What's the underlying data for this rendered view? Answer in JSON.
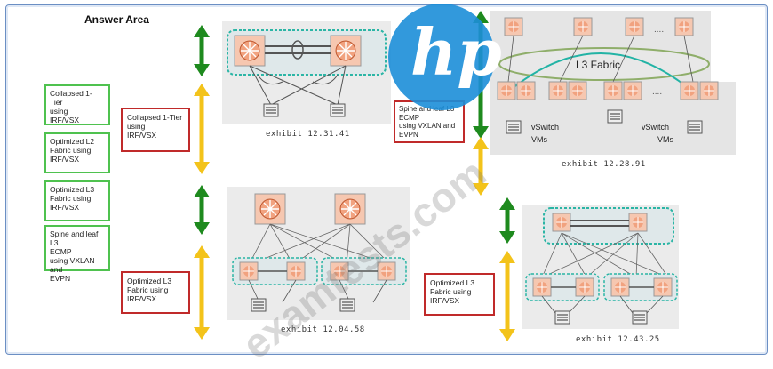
{
  "title": "Answer Area",
  "options": [
    {
      "id": "opt1",
      "lines": [
        "Collapsed 1-Tier",
        "using",
        "IRF/VSX"
      ]
    },
    {
      "id": "opt2",
      "lines": [
        "Optimized L2",
        "Fabric using",
        "IRF/VSX"
      ]
    },
    {
      "id": "opt3",
      "lines": [
        "Optimized L3",
        "Fabric using",
        "IRF/VSX"
      ]
    },
    {
      "id": "opt4",
      "lines": [
        "Spine and leaf L3",
        "ECMP",
        "using VXLAN and",
        "EVPN"
      ]
    }
  ],
  "answers": {
    "a1": [
      "Collapsed 1-Tier",
      "using",
      "IRF/VSX"
    ],
    "a2": [
      "Optimized L3",
      "Fabric using",
      "IRF/VSX"
    ],
    "a3": [
      "Spine and leaf L3",
      "ECMP",
      "using VXLAN and",
      "EVPN"
    ],
    "a4": [
      "Optimized L3",
      "Fabric using",
      "IRF/VSX"
    ]
  },
  "exhibits": {
    "e1": "exhibit 12.31.41",
    "e2": "exhibit 12.04.58",
    "e3": "exhibit 12.28.91",
    "e4": "exhibit 12.43.25"
  },
  "diagram_text": {
    "l3_fabric": "L3 Fabric",
    "vswitch1": "vSwitch",
    "vms1": "VMs",
    "vswitch2": "vSwitch",
    "vms2": "VMs",
    "ellipsis1": "....",
    "ellipsis2": "...."
  },
  "logo": {
    "text": "hp",
    "color": "#1c8ed8"
  },
  "watermark": "examtests.com",
  "colors": {
    "option_border": "#4fc24f",
    "answer_border": "#c02a2a",
    "arrow_green": "#1e8a1e",
    "arrow_yellow": "#f3c31a"
  }
}
